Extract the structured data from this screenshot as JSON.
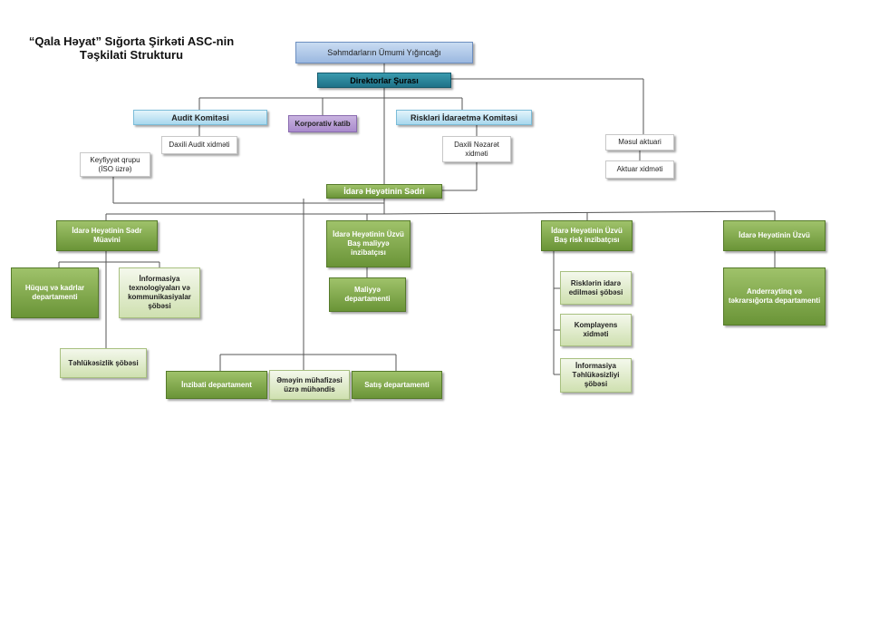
{
  "title": {
    "line1": "“Qala Həyat” Sığorta Şirkəti ASC-nin",
    "line2": "Təşkilati Strukturu"
  },
  "nodes": {
    "shareholders": "Səhmdarların Ümumi Yığıncağı",
    "board": "Direktorlar Şurası",
    "audit_committee": "Audit Komitəsi",
    "corporate_secretary": "Korporativ katib",
    "risk_committee": "Riskləri  İdarəetmə Komitəsi",
    "internal_audit": "Daxili Audit xidməti",
    "quality_group": "Keyfiyyət  qrupu\n(İSO üzrə)",
    "internal_control": "Daxili Nəzarət\nxidməti",
    "actuary": "Məsul aktuari",
    "actuarial_service": "Aktuar xidməti",
    "chairman": "İdarə Heyətinin Sədri",
    "deputy_chairman": "İdarə Heyətinin Sədr\nMüavini",
    "cfo": "İdarə Heyətinin Üzvü\nBaş maliyyə\ninzibatçısı",
    "cro": "İdarə Heyətinin Üzvü\nBaş risk inzibatçısı",
    "board_member": "İdarə Heyətinin Üzvü",
    "legal_hr": "Hüquq və kadrlar\ndepartamenti",
    "it_comms": "İnformasiya\ntexnologiyaları və\nkommunikasiyalar\nşöbəsi",
    "security": "Təhlükəsizlik şöbəsi",
    "finance": "Maliyyə\ndepartamenti",
    "risk_management": "Risklərin idarə\nedilməsi şöbəsi",
    "compliance": "Komplayens\nxidməti",
    "info_security": "İnformasiya\nTəhlükəsizliyi\nşöbəsi",
    "underwriting": "Anderraytinq və\ntəkrarsığorta  departamenti",
    "admin": "İnzibati departament",
    "safety_engineer": "Əməyin mühafizəsi\nüzrə mühəndis",
    "sales": "Satış departamenti"
  }
}
